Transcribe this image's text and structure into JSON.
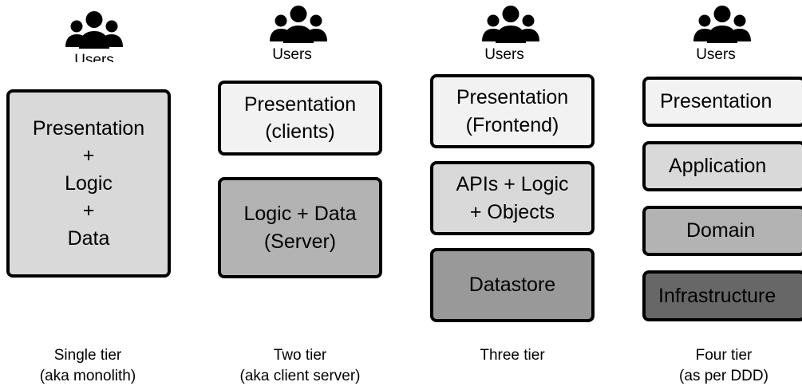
{
  "colors": {
    "level_1": "#f2f2f2",
    "level_2": "#d9d9d9",
    "level_3": "#b3b3b3",
    "level_4": "#999999",
    "level_5": "#676767",
    "border": "#000000"
  },
  "columns": [
    {
      "users_label": "Users",
      "layers": [
        {
          "text": "Presentation\n+\nLogic\n+\nData",
          "color": "#d9d9d9"
        }
      ],
      "caption": "Single tier\n(aka monolith)"
    },
    {
      "users_label": "Users",
      "layers": [
        {
          "text": "Presentation\n(clients)",
          "color": "#f2f2f2"
        },
        {
          "text": "Logic + Data\n(Server)",
          "color": "#b3b3b3"
        }
      ],
      "caption": "Two tier\n(aka client server)"
    },
    {
      "users_label": "Users",
      "layers": [
        {
          "text": "Presentation\n(Frontend)",
          "color": "#f2f2f2"
        },
        {
          "text": "APIs + Logic\n+ Objects",
          "color": "#d9d9d9"
        },
        {
          "text": "Datastore",
          "color": "#999999"
        }
      ],
      "caption": "Three tier"
    },
    {
      "users_label": "Users",
      "layers": [
        {
          "text": "Presentation",
          "color": "#f2f2f2"
        },
        {
          "text": "Application",
          "color": "#d9d9d9"
        },
        {
          "text": "Domain",
          "color": "#b3b3b3"
        },
        {
          "text": "Infrastructure",
          "color": "#676767"
        }
      ],
      "caption": "Four tier\n(as per DDD)"
    }
  ]
}
